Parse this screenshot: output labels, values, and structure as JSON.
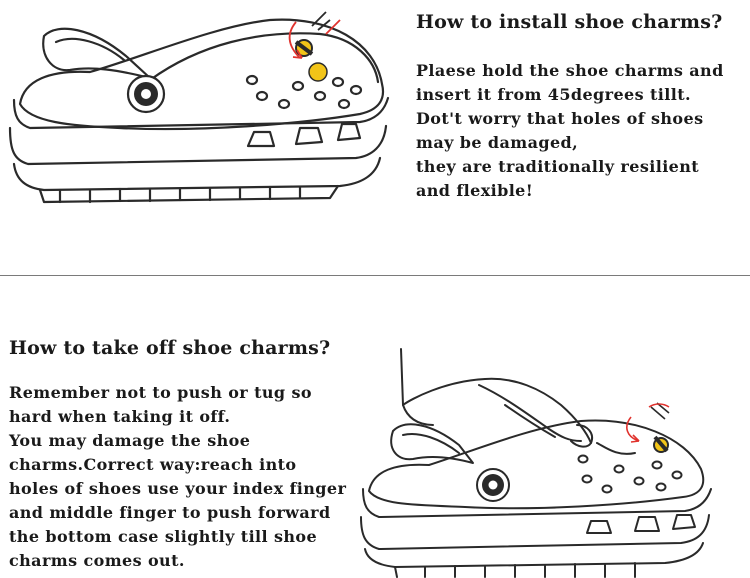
{
  "install": {
    "heading": "How to install shoe charms?",
    "lines": [
      "Plaese hold the shoe charms and",
      "insert it from 45degrees tillt.",
      "Dot't worry that holes of shoes",
      "may be damaged,",
      "they are traditionally resilient",
      "and flexible!"
    ]
  },
  "takeoff": {
    "heading": "How to take off shoe charms?",
    "lines": [
      "Remember not to push or tug so",
      "hard when taking it off.",
      "You may damage the shoe",
      "charms.Correct way:reach into",
      "holes of shoes use your index finger",
      "and middle finger to push forward",
      "the bottom case slightly till shoe",
      "charms comes out."
    ]
  },
  "illustrations": {
    "install_figure": "clog-with-charm-insert-illustration",
    "takeoff_figure": "hand-removing-charm-illustration",
    "charm_color": "#f2c418",
    "arrow_color": "#e0322d",
    "line_color": "#2a2a2a"
  }
}
